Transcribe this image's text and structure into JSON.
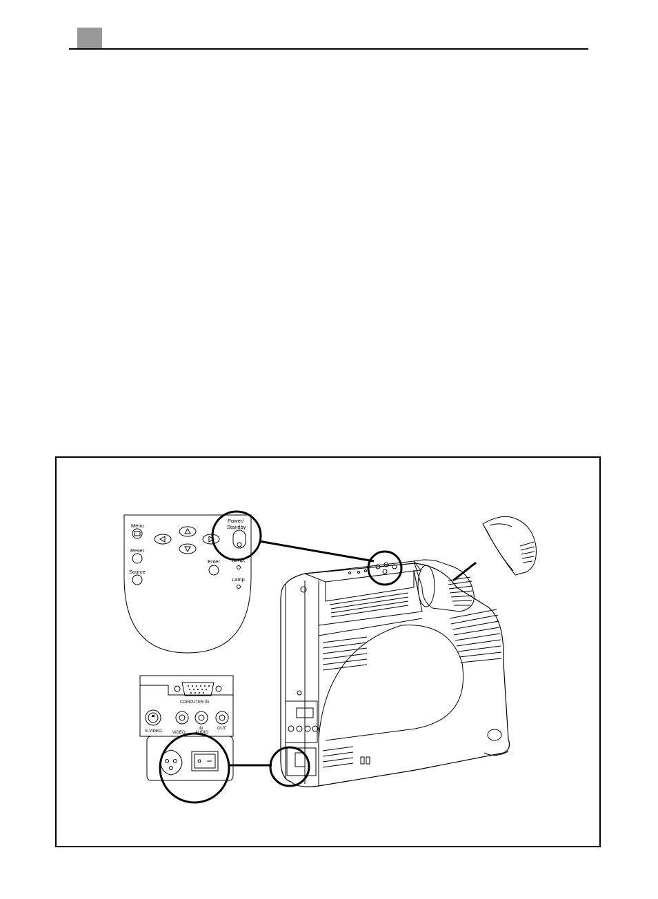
{
  "header": {
    "tab_color": "#999999"
  },
  "control_panel": {
    "menu_label": "Menu",
    "reset_label": "Reset",
    "source_label": "Source",
    "power_label_line1": "Power/",
    "power_label_line2": "Standby",
    "enter_label": "Enter",
    "temp_label": "Temp.",
    "lamp_label": "Lamp"
  },
  "connector_panel": {
    "computer_in_label": "COMPUTER IN",
    "svideo_label": "S-VIDEO",
    "video_label": "VIDEO",
    "audio_in_label": "IN",
    "audio_label": "AUDIO",
    "audio_out_label": "OUT"
  }
}
